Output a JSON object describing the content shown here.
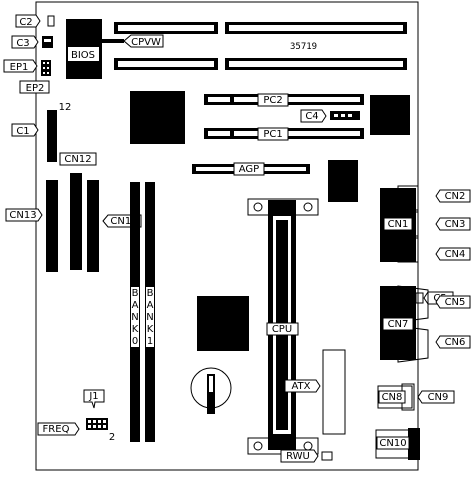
{
  "board_number": "35719",
  "labels": {
    "c2": "C2",
    "c3": "C3",
    "ep1": "EP1",
    "ep2": "EP2",
    "bios": "BIOS",
    "cpvw": "CPVW",
    "pin12": "12",
    "c1": "C1",
    "cn12": "CN12",
    "cn13": "CN13",
    "cn11": "CN11",
    "pc2": "PC2",
    "pc1": "PC1",
    "c4": "C4",
    "agp": "AGP",
    "cn2": "CN2",
    "cn1": "CN1",
    "cn3": "CN3",
    "cn4": "CN4",
    "c5": "C5",
    "cn5": "CN5",
    "cn7": "CN7",
    "cn6": "CN6",
    "cpu": "CPU",
    "atx": "ATX",
    "cn8": "CN8",
    "cn9": "CN9",
    "cn10": "CN10",
    "rwu": "RWU",
    "j1": "J1",
    "freq": "FREQ",
    "pin2": "2"
  },
  "bank0": [
    "B",
    "A",
    "N",
    "K",
    "0"
  ],
  "bank1": [
    "B",
    "A",
    "N",
    "K",
    "1"
  ]
}
